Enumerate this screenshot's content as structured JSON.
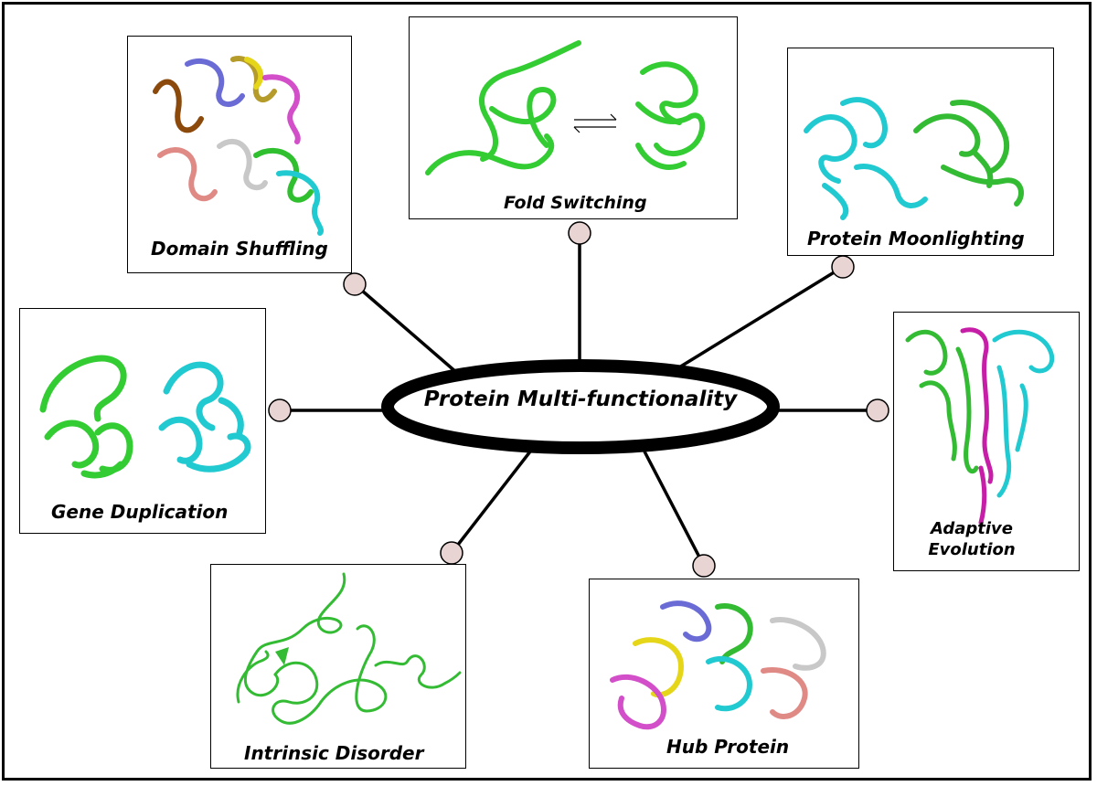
{
  "center": {
    "label": "Protein Multi-functionality"
  },
  "nodes": [
    {
      "id": "domain-shuffling",
      "label": "Domain Shuffling",
      "colors": [
        "#8b4a0c",
        "#6b6bd6",
        "#b59b2a",
        "#e6d61a",
        "#d34fc9",
        "#e08a86",
        "#c8c8c8",
        "#2fbf2f",
        "#21c9d0"
      ]
    },
    {
      "id": "fold-switching",
      "label": "Fold Switching",
      "colors": [
        "#33cc33"
      ]
    },
    {
      "id": "protein-moonlighting",
      "label": "Protein Moonlighting",
      "colors": [
        "#21c9d0",
        "#33bb33"
      ]
    },
    {
      "id": "gene-duplication",
      "label": "Gene Duplication",
      "colors": [
        "#33cc33",
        "#21c9d0"
      ]
    },
    {
      "id": "adaptive-evolution",
      "label_line1": "Adaptive",
      "label_line2": "Evolution",
      "colors": [
        "#33bb33",
        "#c71ea8",
        "#21c9d0"
      ]
    },
    {
      "id": "intrinsic-disorder",
      "label": "Intrinsic Disorder",
      "colors": [
        "#33bb33"
      ]
    },
    {
      "id": "hub-protein",
      "label": "Hub Protein",
      "colors": [
        "#6b6bd6",
        "#33bb33",
        "#c8c8c8",
        "#e6d61a",
        "#21c9d0",
        "#d34fc9",
        "#e08a86"
      ]
    }
  ],
  "style": {
    "connector_dot_fill": "#e8d4d2",
    "line_color": "#000000"
  }
}
